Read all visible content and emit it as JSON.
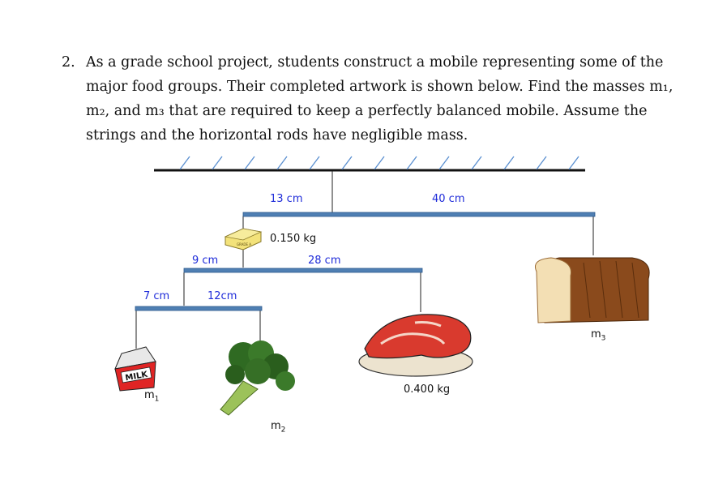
{
  "problem": {
    "number": "2.",
    "text": "As a grade school project, students construct a mobile representing some of the major food groups. Their completed artwork is shown below. Find the masses m₁, m₂, and m₃ that are required to keep a perfectly balanced mobile. Assume the strings and the horizontal rods have negligible mass."
  },
  "figure": {
    "distances": {
      "top_left": "13 cm",
      "top_right": "40 cm",
      "middle_left": "9 cm",
      "middle_right": "28 cm",
      "bottom_left": "7 cm",
      "bottom_right": "12cm"
    },
    "masses": {
      "butter": "0.150 kg",
      "steak": "0.400 kg",
      "m1": "m",
      "m1_sub": "1",
      "m2": "m",
      "m2_sub": "2",
      "m3": "m",
      "m3_sub": "3"
    },
    "milk_text": "MILK",
    "butter_text": "GRADE A",
    "rod_color": "#4f7fb3",
    "label_color": "#1e2bd9"
  }
}
